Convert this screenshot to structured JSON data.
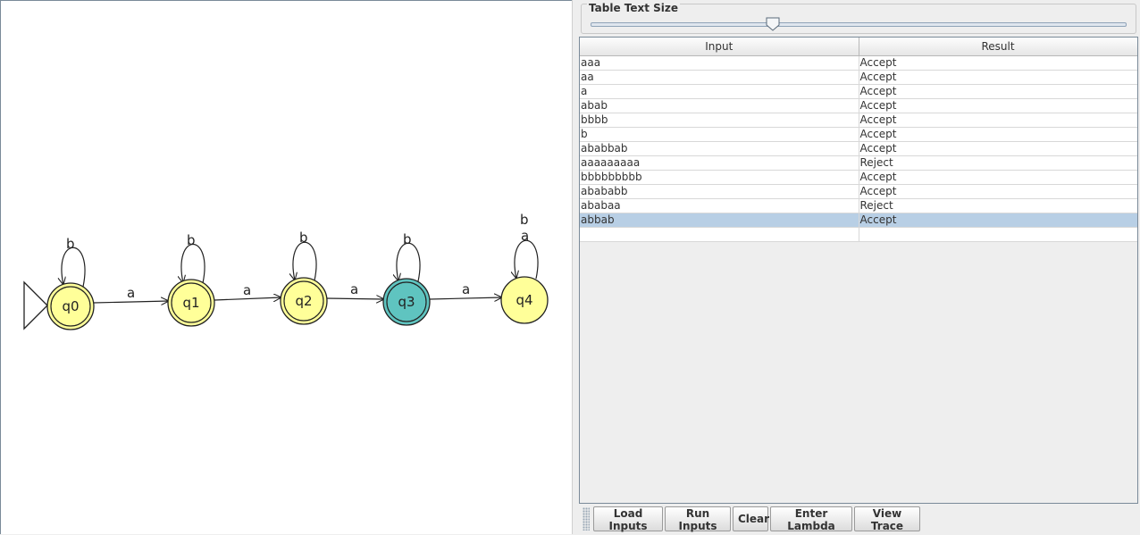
{
  "automaton": {
    "states": [
      {
        "label": "q0",
        "initial": true,
        "final": true,
        "active": false
      },
      {
        "label": "q1",
        "initial": false,
        "final": true,
        "active": false
      },
      {
        "label": "q2",
        "initial": false,
        "final": true,
        "active": false
      },
      {
        "label": "q3",
        "initial": false,
        "final": true,
        "active": true
      },
      {
        "label": "q4",
        "initial": false,
        "final": false,
        "active": false
      }
    ],
    "transitions": [
      {
        "from": "q0",
        "to": "q0",
        "label": "b"
      },
      {
        "from": "q0",
        "to": "q1",
        "label": "a"
      },
      {
        "from": "q1",
        "to": "q1",
        "label": "b"
      },
      {
        "from": "q1",
        "to": "q2",
        "label": "a"
      },
      {
        "from": "q2",
        "to": "q2",
        "label": "b"
      },
      {
        "from": "q2",
        "to": "q3",
        "label": "a"
      },
      {
        "from": "q3",
        "to": "q3",
        "label": "b"
      },
      {
        "from": "q3",
        "to": "q4",
        "label": "a"
      },
      {
        "from": "q4",
        "to": "q4",
        "label": "b"
      },
      {
        "from": "q4",
        "to": "q4",
        "label": "a"
      }
    ],
    "colors": {
      "state_fill": "#ffff99",
      "active_fill": "#5fc4c0",
      "stroke": "#222222"
    }
  },
  "slider": {
    "title": "Table Text Size",
    "value_fraction": 0.34
  },
  "table": {
    "headers": [
      "Input",
      "Result"
    ],
    "rows": [
      {
        "input": "aaa",
        "result": "Accept"
      },
      {
        "input": "aa",
        "result": "Accept"
      },
      {
        "input": "a",
        "result": "Accept"
      },
      {
        "input": "abab",
        "result": "Accept"
      },
      {
        "input": "bbbb",
        "result": "Accept"
      },
      {
        "input": "b",
        "result": "Accept"
      },
      {
        "input": "ababbab",
        "result": "Accept"
      },
      {
        "input": "aaaaaaaaa",
        "result": "Reject"
      },
      {
        "input": "bbbbbbbbb",
        "result": "Accept"
      },
      {
        "input": "abababb",
        "result": "Accept"
      },
      {
        "input": "ababaa",
        "result": "Reject"
      },
      {
        "input": "abbab",
        "result": "Accept"
      },
      {
        "input": "",
        "result": ""
      }
    ],
    "selected_row": 11
  },
  "buttons": {
    "load_inputs": "Load Inputs",
    "run_inputs": "Run Inputs",
    "clear": "Clear",
    "enter_lambda": "Enter Lambda",
    "view_trace": "View Trace"
  }
}
